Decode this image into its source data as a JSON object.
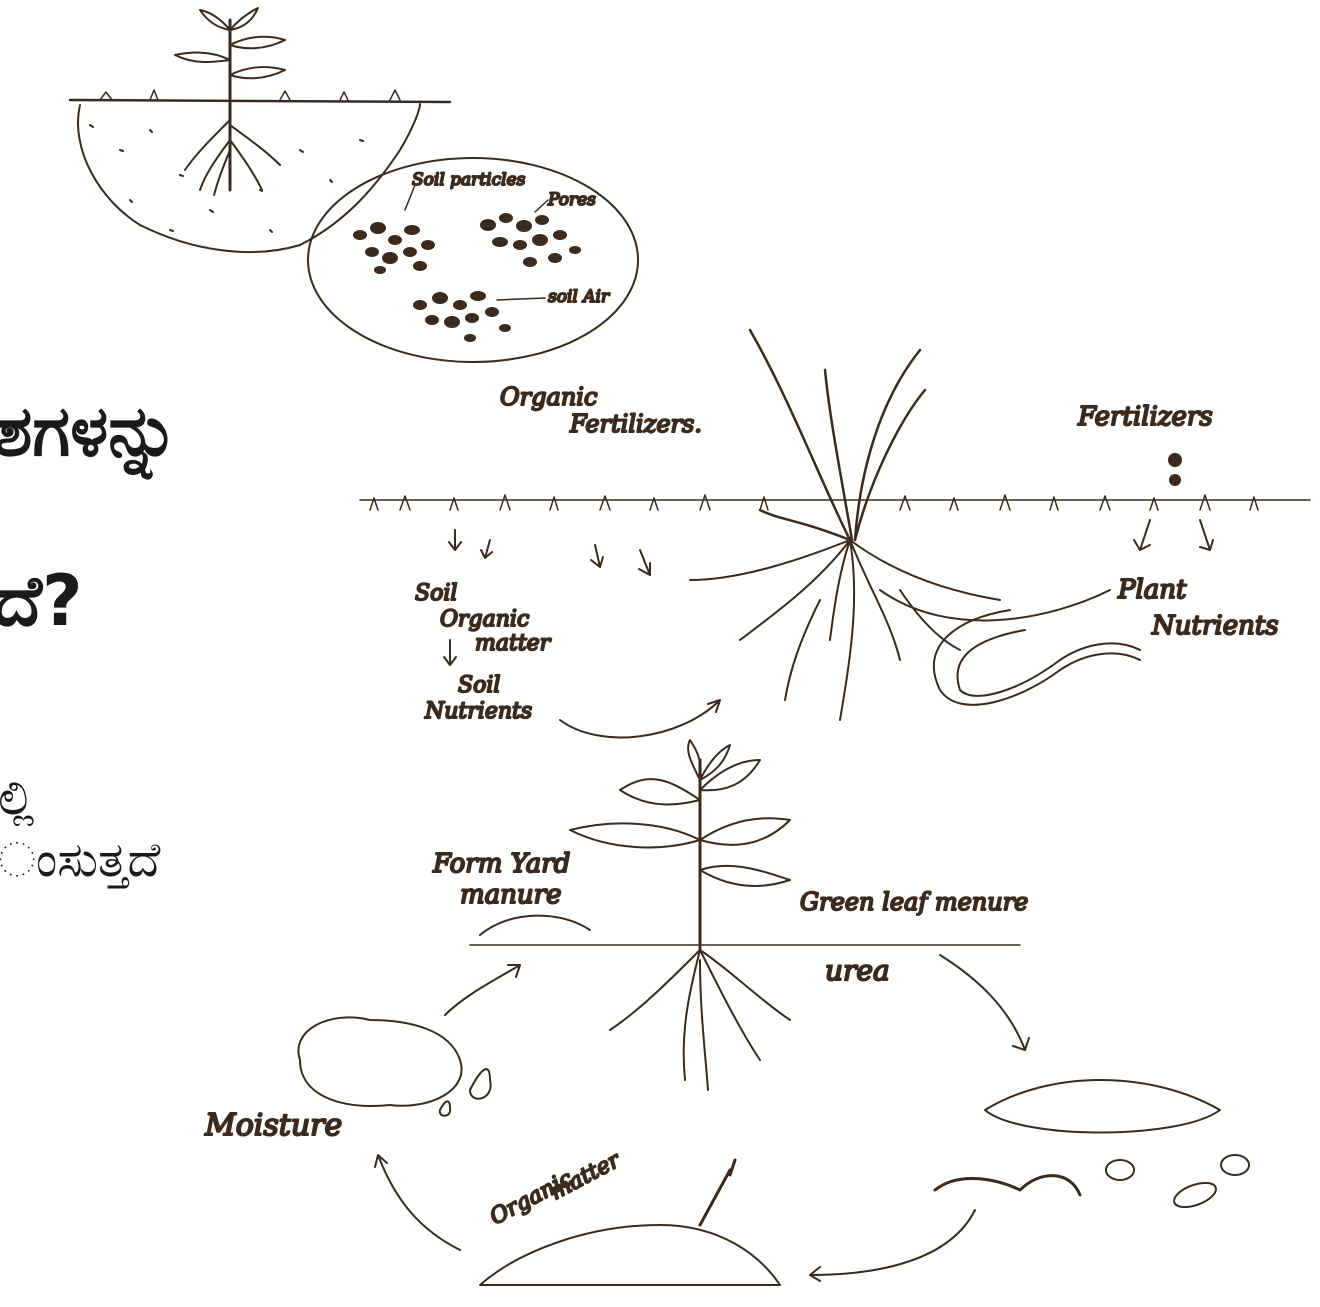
{
  "colors": {
    "ink": "#3b2a1e",
    "background": "#ffffff",
    "text": "#1a1a1a"
  },
  "kannada_text": {
    "title_line1": "ಶಗಳನ್ನು",
    "title_line2": "ದೆ?",
    "body_line1": "ಲ್ಲಿ",
    "body_line2": "ಂಸುತ್ತದೆ"
  },
  "labels": {
    "soil_particles": "Soil particles",
    "pores": "Pores",
    "soil_air": "soil Air",
    "organic_fertilizers_1": "Organic",
    "organic_fertilizers_2": "Fertilizers.",
    "fertilizers": "Fertilizers",
    "soil_organic_matter_1": "Soil",
    "soil_organic_matter_2": "Organic",
    "soil_organic_matter_3": "matter",
    "soil_nutrients_1": "Soil",
    "soil_nutrients_2": "Nutrients",
    "plant_nutrients_1": "Plant",
    "plant_nutrients_2": "Nutrients",
    "form_yard_manure_1": "Form Yard",
    "form_yard_manure_2": "manure",
    "green_leaf_manure": "Green leaf menure",
    "urea": "urea",
    "moisture": "Moisture",
    "organic_matter_1": "Organic",
    "organic_matter_2": "matter"
  }
}
